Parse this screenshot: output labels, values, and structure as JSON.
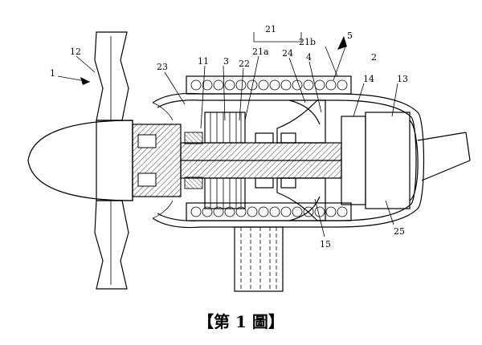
{
  "figure": {
    "caption": "【第 1 圖】",
    "labels": {
      "l1": "1",
      "l12": "12",
      "l23": "23",
      "l11": "11",
      "l3": "3",
      "l22": "22",
      "l21a": "21a",
      "l21": "21",
      "l21b": "21b",
      "l24": "24",
      "l4": "4",
      "l5": "5",
      "l2": "2",
      "l14": "14",
      "l13": "13",
      "l15": "15",
      "l25": "25"
    }
  }
}
